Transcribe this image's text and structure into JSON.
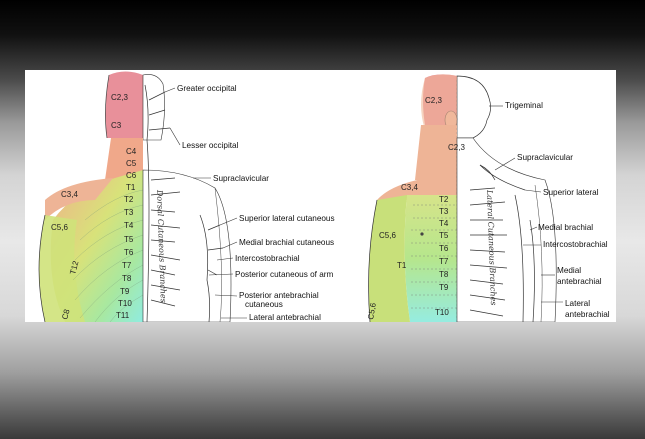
{
  "posterior": {
    "segments": [
      "C2,3",
      "C3",
      "C4",
      "C5",
      "C6",
      "C3,4",
      "T1",
      "T2",
      "T3",
      "T4",
      "C5,6",
      "T5",
      "T6",
      "T7",
      "T8",
      "T9",
      "T10",
      "T11",
      "T12",
      "C8"
    ],
    "nerves": [
      "Greater occipital",
      "Lesser occipital",
      "Supraclavicular",
      "Superior lateral cutaneous",
      "Medial brachial cutaneous",
      "Intercostobrachial",
      "Posterior cutaneous of arm",
      "Posterior antebrachial",
      "cutaneous",
      "Lateral antebrachial"
    ],
    "spine_text": "Dorsal Cutaneous Branches"
  },
  "anterior": {
    "segments": [
      "C2,3",
      "C2,3",
      "C3,4",
      "T2",
      "T3",
      "T4",
      "C5,6",
      "T5",
      "T6",
      "T7",
      "T8",
      "T9",
      "T10",
      "T1",
      "C5,6"
    ],
    "nerves": [
      "Trigeminal",
      "Supraclavicular",
      "Superior lateral",
      "Medial brachial",
      "Intercostobrachial",
      "Medial",
      "antebrachial",
      "Lateral",
      "antebrachial"
    ],
    "spine_text": "Lateral Cutaneous Branches"
  },
  "colors": {
    "pink": "#e8909a",
    "salmon": "#eeb496",
    "green": "#b8e07a",
    "teal": "#8ee6d8",
    "skin": "#f3c7a7"
  }
}
